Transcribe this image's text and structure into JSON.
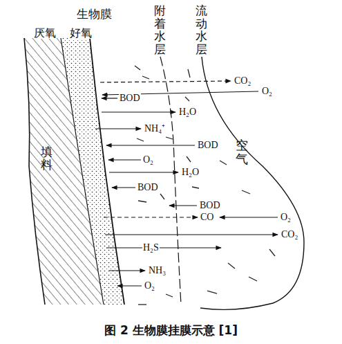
{
  "diagram": {
    "caption": "图 2 生物膜挂膜示意 [1]",
    "labels": [
      "生物膜",
      "厌氧",
      "好氧",
      "附着水层",
      "流动水层",
      "填料",
      "空气",
      "CO₂",
      "O₂",
      "BOD",
      "H₂O",
      "NH₄⁺",
      "BOD",
      "O₂",
      "H₂O",
      "BOD",
      "BOD",
      "CO",
      "O₂",
      "CO₂",
      "H₂S",
      "NH₃",
      "O₂"
    ]
  }
}
